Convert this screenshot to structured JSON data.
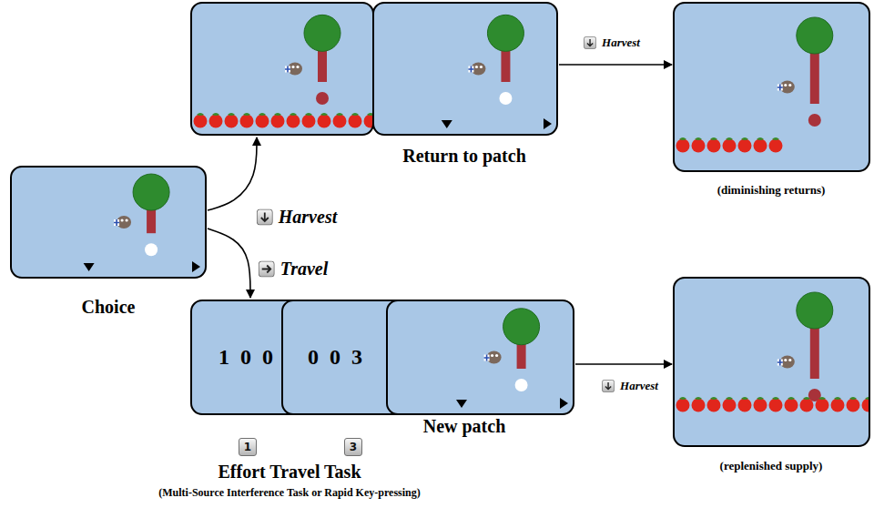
{
  "diagram": {
    "nodes": [
      {
        "text": [
          "Choice"
        ]
      },
      {
        "text": [
          "Harvest"
        ]
      },
      {
        "text": [
          "Return to patch"
        ]
      },
      {
        "text": [
          "(diminishing returns)"
        ]
      },
      {
        "text": [
          "1 0 0"
        ]
      },
      {
        "text": [
          "0 0 3"
        ]
      },
      {
        "text": [
          "New patch"
        ]
      },
      {
        "text": [
          "(replenished supply)"
        ]
      }
    ],
    "edges": [
      {
        "from": 0,
        "to": 1,
        "arrow": "to"
      },
      {
        "from": 0,
        "to": 4,
        "label": "Travel",
        "arrow": "to"
      },
      {
        "from": 2,
        "to": 3,
        "label": "Harvest",
        "arrow": "to"
      },
      {
        "from": 6,
        "to": 7,
        "label": "Harvest",
        "arrow": "to"
      }
    ],
    "labels": [
      "1",
      "3",
      "Effort Travel Task",
      "(Multi-Source Interference Task or Rapid Key-pressing)"
    ]
  }
}
